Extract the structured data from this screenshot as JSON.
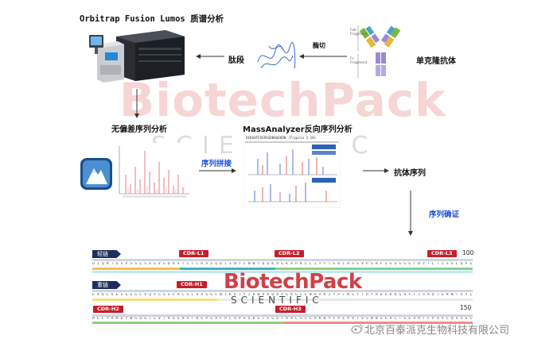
{
  "header": {
    "title": "Orbitrap Fusion Lumos 质谱分析"
  },
  "nodes": {
    "peptide": "肽段",
    "digest": "酶切",
    "antibody": "单克隆抗体",
    "denovo": "无偏差序列分析",
    "massanalyzer": "MassAnalyzer反向序列分析",
    "assembly": "序列拼接",
    "antibody_seq": "抗体序列",
    "confirm": "序列确证"
  },
  "antibody_diagram": {
    "fab": "Fab\nFragment",
    "fc": "Fc\nFragment"
  },
  "spectrum_panel": {
    "caption": "DIKGHTFDSPEGDKRQEKDN (Trypsin 1-18)"
  },
  "sequence_map": {
    "light_chain": "轻链",
    "heavy_chain": "重链",
    "cdrs": {
      "l1": "CDR-L1",
      "l2": "CDR-L2",
      "l3": "CDR-L3",
      "h1": "CDR-H1",
      "h2": "CDR-H2",
      "h3": "CDR-H3"
    },
    "pos_100": "100",
    "pos_150": "150"
  },
  "watermark": {
    "brand": "BiotechPack",
    "brand_sub": "SCIENTIFIC",
    "footer": "北京百泰派克生物科技有限公司"
  },
  "colors": {
    "accent_blue": "#1f4fd8",
    "cdr_red": "#c81e2a",
    "chain_navy": "#1d2e5e",
    "watermark_red": "#d64040"
  }
}
